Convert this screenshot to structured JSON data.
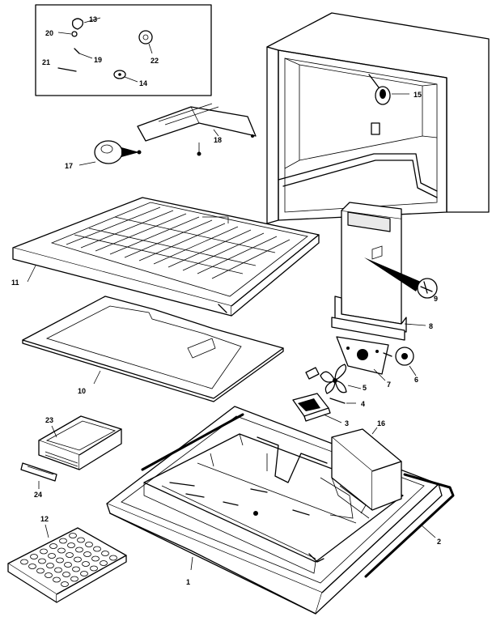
{
  "diagram": {
    "callouts": {
      "p1": "1",
      "p2": "2",
      "p3": "3",
      "p4": "4",
      "p5": "5",
      "p6": "6",
      "p7": "7",
      "p8": "8",
      "p9": "9",
      "p10": "10",
      "p11": "11",
      "p12": "12",
      "p13": "13",
      "p14": "14",
      "p15": "15",
      "p16": "16",
      "p17": "17",
      "p18": "18",
      "p19": "19",
      "p20": "20",
      "p21": "21",
      "p22": "22",
      "p23": "23",
      "p24": "24"
    }
  }
}
